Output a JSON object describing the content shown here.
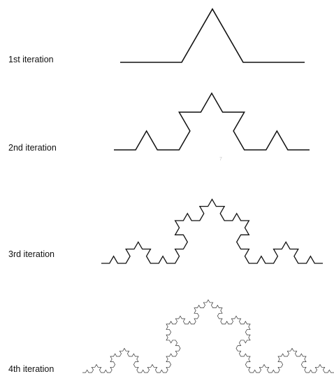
{
  "figure": {
    "rows": [
      {
        "label": "1st iteration",
        "depth": 1,
        "color": "#111111"
      },
      {
        "label": "2nd iteration",
        "depth": 2,
        "color": "#111111"
      },
      {
        "label": "3rd iteration",
        "depth": 3,
        "color": "#111111"
      },
      {
        "label": "4th iteration",
        "depth": 4,
        "color": "#333333"
      }
    ],
    "stray_mark": "7"
  }
}
